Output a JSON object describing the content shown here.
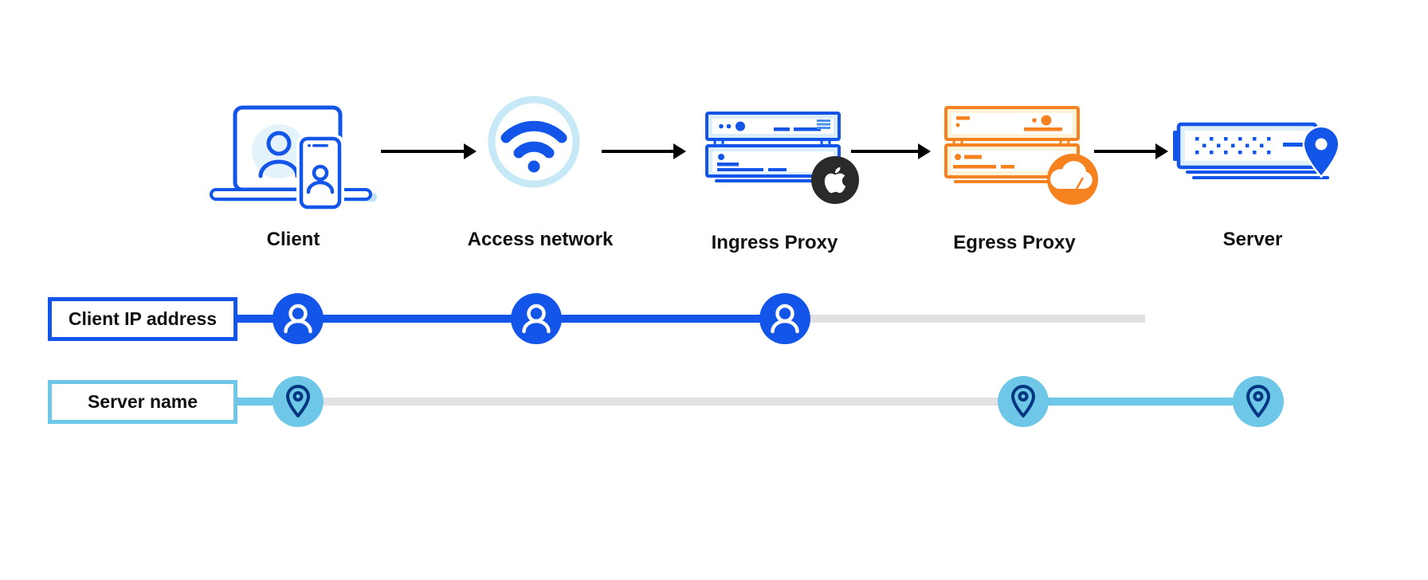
{
  "diagram": {
    "nodes": [
      {
        "label": "Client",
        "icon": "laptop-phone-user-icon"
      },
      {
        "label": "Access network",
        "icon": "wifi-icon"
      },
      {
        "label": "Ingress Proxy",
        "icon": "server-stack-icon",
        "badge": "apple-logo"
      },
      {
        "label": "Egress Proxy",
        "icon": "server-stack-icon",
        "badge": "cloudflare-logo"
      },
      {
        "label": "Server",
        "icon": "server-location-pin-icon"
      }
    ],
    "tracks": [
      {
        "label": "Client IP address",
        "marker_icon": "person-icon",
        "color": "#1355e8",
        "visible_at": [
          "Client",
          "Access network",
          "Ingress Proxy"
        ]
      },
      {
        "label": "Server name",
        "marker_icon": "location-pin-icon",
        "color": "#6ec7e6",
        "visible_at": [
          "Client",
          "Egress Proxy",
          "Server"
        ]
      }
    ],
    "colors": {
      "primary_blue": "#1355e8",
      "light_blue": "#6ec7e6",
      "pale_blue_fill": "#d9edfb",
      "wifi_ring": "#c7e9f7",
      "orange": "#f6821f",
      "cream_fill": "#fdf3da",
      "navy_pin": "#003681",
      "gray_line": "#e1e1e1",
      "arrow_black": "#000000",
      "apple_badge_bg": "#2a2a2a"
    }
  }
}
